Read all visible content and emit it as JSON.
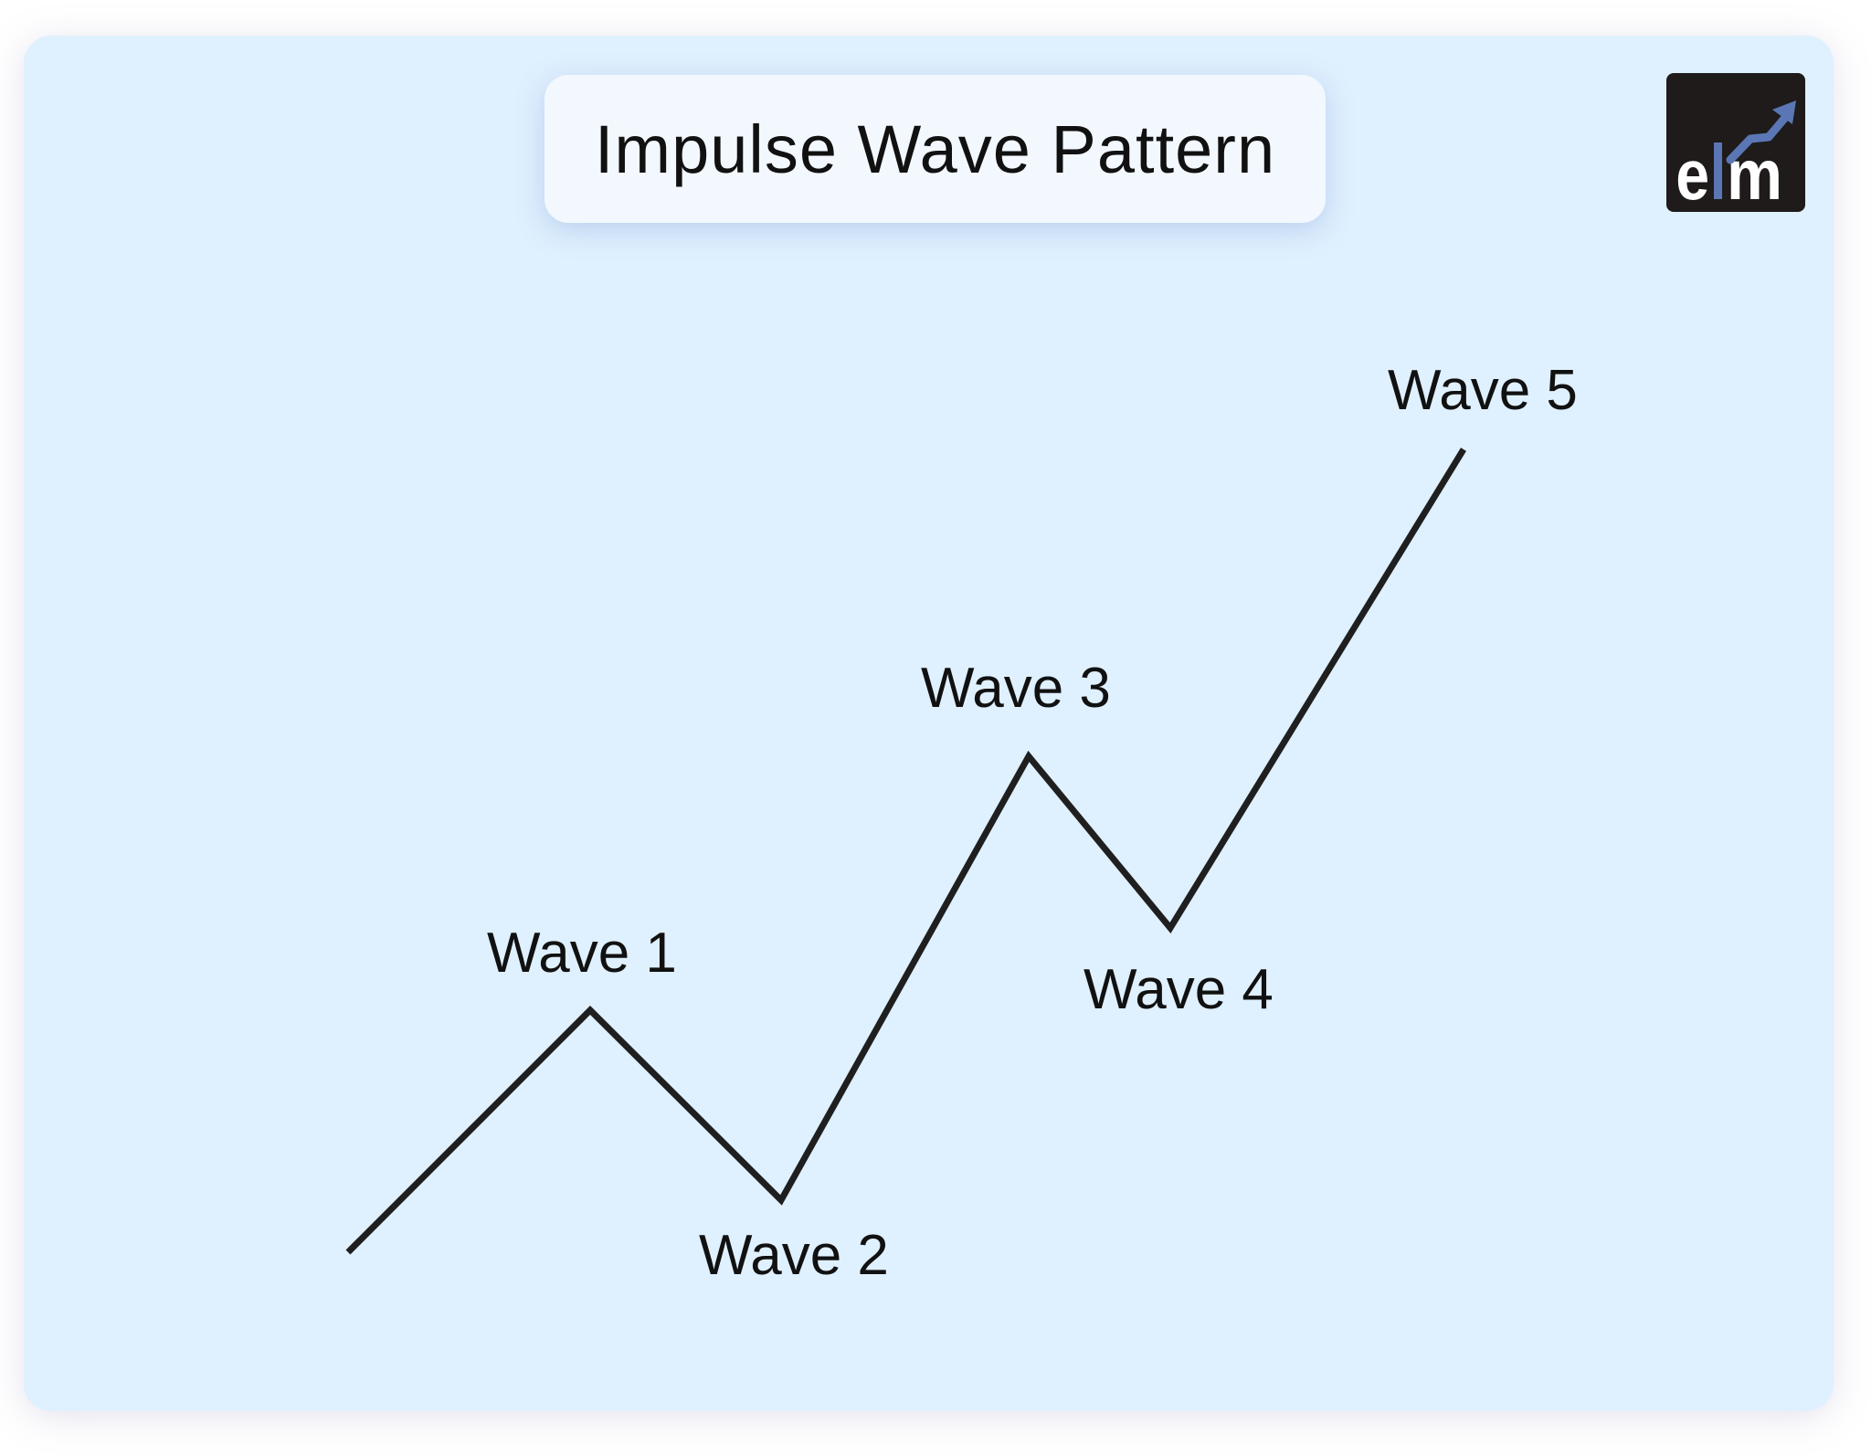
{
  "title": "Impulse Wave Pattern",
  "logo": {
    "text": "elm",
    "colors": {
      "background": "#1e1b1a",
      "letters": "#ffffff",
      "accent": "#5b76b5"
    }
  },
  "colors": {
    "background": "#dff0fe",
    "line": "#1f1f1f"
  },
  "waves": [
    {
      "label": "Wave 1",
      "type": "peak"
    },
    {
      "label": "Wave 2",
      "type": "trough"
    },
    {
      "label": "Wave 3",
      "type": "peak"
    },
    {
      "label": "Wave 4",
      "type": "trough"
    },
    {
      "label": "Wave 5",
      "type": "peak"
    }
  ]
}
